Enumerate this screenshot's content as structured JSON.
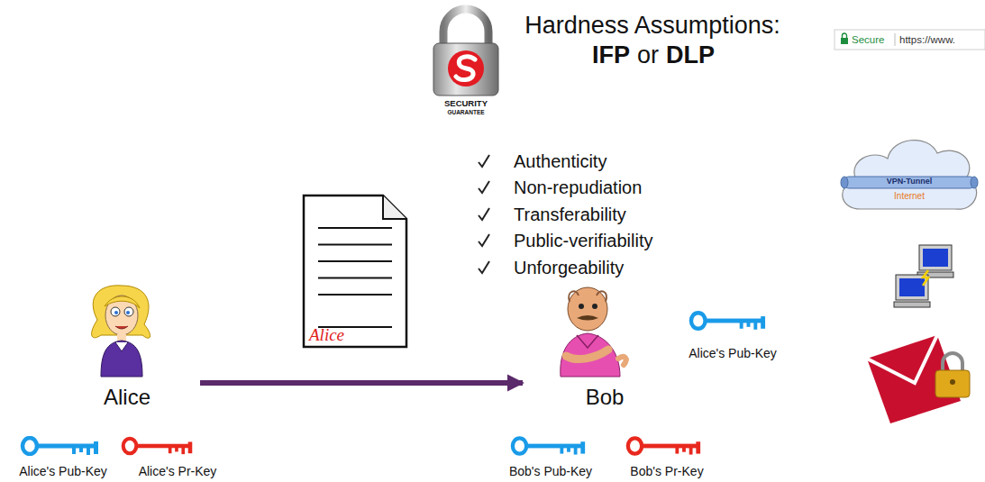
{
  "diagram": {
    "nodes": [
      {
        "text": [
          "Alice"
        ]
      },
      {
        "text": [
          "Alice"
        ]
      },
      {
        "text": [
          "Bob"
        ]
      }
    ],
    "edges": [
      {
        "from": 0,
        "to": 2,
        "arrow": "to"
      }
    ],
    "labels": [
      "Hardness Assumptions:",
      "IFP",
      "or",
      "DLP",
      "SECURITY",
      "GUARANTEE",
      "Authenticity",
      "Non-repudiation",
      "Transferability",
      "Public-verifiability",
      "Unforgeability",
      "Secure",
      "https://www.",
      "VPN-Tunnel",
      "Internet",
      "Alice's Pub-Key",
      "Alice's Pub-Key",
      "Alice's Pr-Key",
      "Bob's Pub-Key",
      "Bob's Pr-Key"
    ]
  }
}
